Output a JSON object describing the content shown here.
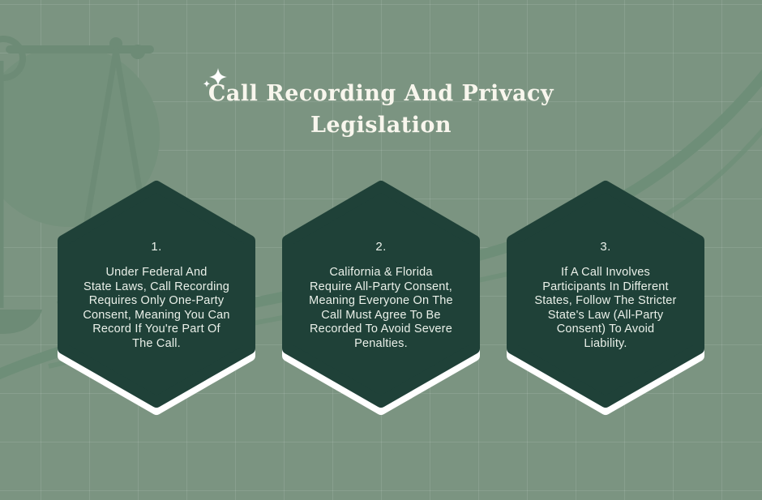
{
  "background": {
    "color": "#7B9481",
    "grid_color": "rgba(255,255,255,0.10)",
    "decor_color": "#6D8B76",
    "icons": [
      "scales-of-justice-icon",
      "swoosh-curve",
      "circle-shape",
      "grid-pattern"
    ]
  },
  "title": {
    "line1": "Call Recording And Privacy",
    "line2": "Legislation",
    "color": "#F8F6ED",
    "icon": "sparkle-icon"
  },
  "card_style": {
    "fill": "#1F4138",
    "edge": "#FFFFFF",
    "text_color": "#EAF0E9"
  },
  "cards": [
    {
      "number": "1.",
      "text": "Under Federal And\nState Laws, Call Recording\nRequires Only One-Party\nConsent, Meaning You Can\nRecord If You're Part Of\nThe Call."
    },
    {
      "number": "2.",
      "text": "California & Florida\nRequire All-Party Consent,\nMeaning Everyone On The\nCall Must Agree To Be\nRecorded To Avoid Severe\nPenalties."
    },
    {
      "number": "3.",
      "text": "If A Call Involves\nParticipants In Different\nStates, Follow The Stricter\nState's Law (All-Party\nConsent) To Avoid\nLiability."
    }
  ]
}
